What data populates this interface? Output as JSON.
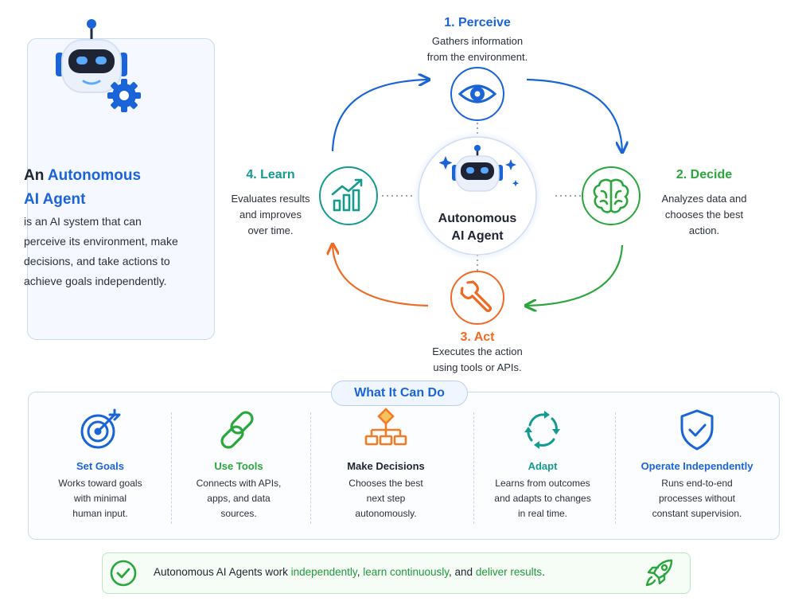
{
  "intro": {
    "title_prefix": "An",
    "title_accent_line1": "Autonomous",
    "title_accent_line2": "AI Agent",
    "description": "is an AI system that can perceive its environment, make decisions, and take actions to achieve goals independently."
  },
  "center": {
    "line1": "Autonomous",
    "line2": "AI Agent"
  },
  "steps": {
    "perceive": {
      "title": "1. Perceive",
      "line1": "Gathers information",
      "line2": "from the environment.",
      "icon": "eye-icon"
    },
    "decide": {
      "title": "2. Decide",
      "line1": "Analyzes data and",
      "line2": "chooses the best",
      "line3": "action.",
      "icon": "brain-icon"
    },
    "act": {
      "title": "3. Act",
      "line1": "Executes the action",
      "line2": "using tools or APIs.",
      "icon": "wrench-icon"
    },
    "learn": {
      "title": "4. Learn",
      "line1": "Evaluates results",
      "line2": "and improves",
      "line3": "over time.",
      "icon": "growth-chart-icon"
    }
  },
  "capabilities": {
    "heading": "What It Can Do",
    "items": [
      {
        "title": "Set Goals",
        "line1": "Works toward goals",
        "line2": "with minimal",
        "line3": "human input.",
        "icon": "target-icon"
      },
      {
        "title": "Use Tools",
        "line1": "Connects with APIs,",
        "line2": "apps, and data",
        "line3": "sources.",
        "icon": "link-icon"
      },
      {
        "title": "Make Decisions",
        "line1": "Chooses the best",
        "line2": "next step",
        "line3": "autonomously.",
        "icon": "flowchart-icon"
      },
      {
        "title": "Adapt",
        "line1": "Learns from outcomes",
        "line2": "and adapts to changes",
        "line3": "in real time.",
        "icon": "cycle-icon"
      },
      {
        "title": "Operate Independently",
        "line1": "Runs end-to-end",
        "line2": "processes without",
        "line3": "constant supervision.",
        "icon": "shield-check-icon"
      }
    ]
  },
  "banner": {
    "part1": "Autonomous AI Agents work ",
    "hl1": "independently",
    "part2": ", ",
    "hl2": "learn continuously",
    "part3": ", and ",
    "hl3": "deliver results",
    "part4": ".",
    "icon_left": "check-circle-icon",
    "icon_right": "rocket-icon"
  },
  "colors": {
    "blue": "#1a64d8",
    "green": "#2aa63d",
    "orange": "#ef6a24",
    "teal": "#149a8f",
    "dark": "#1f2430"
  }
}
